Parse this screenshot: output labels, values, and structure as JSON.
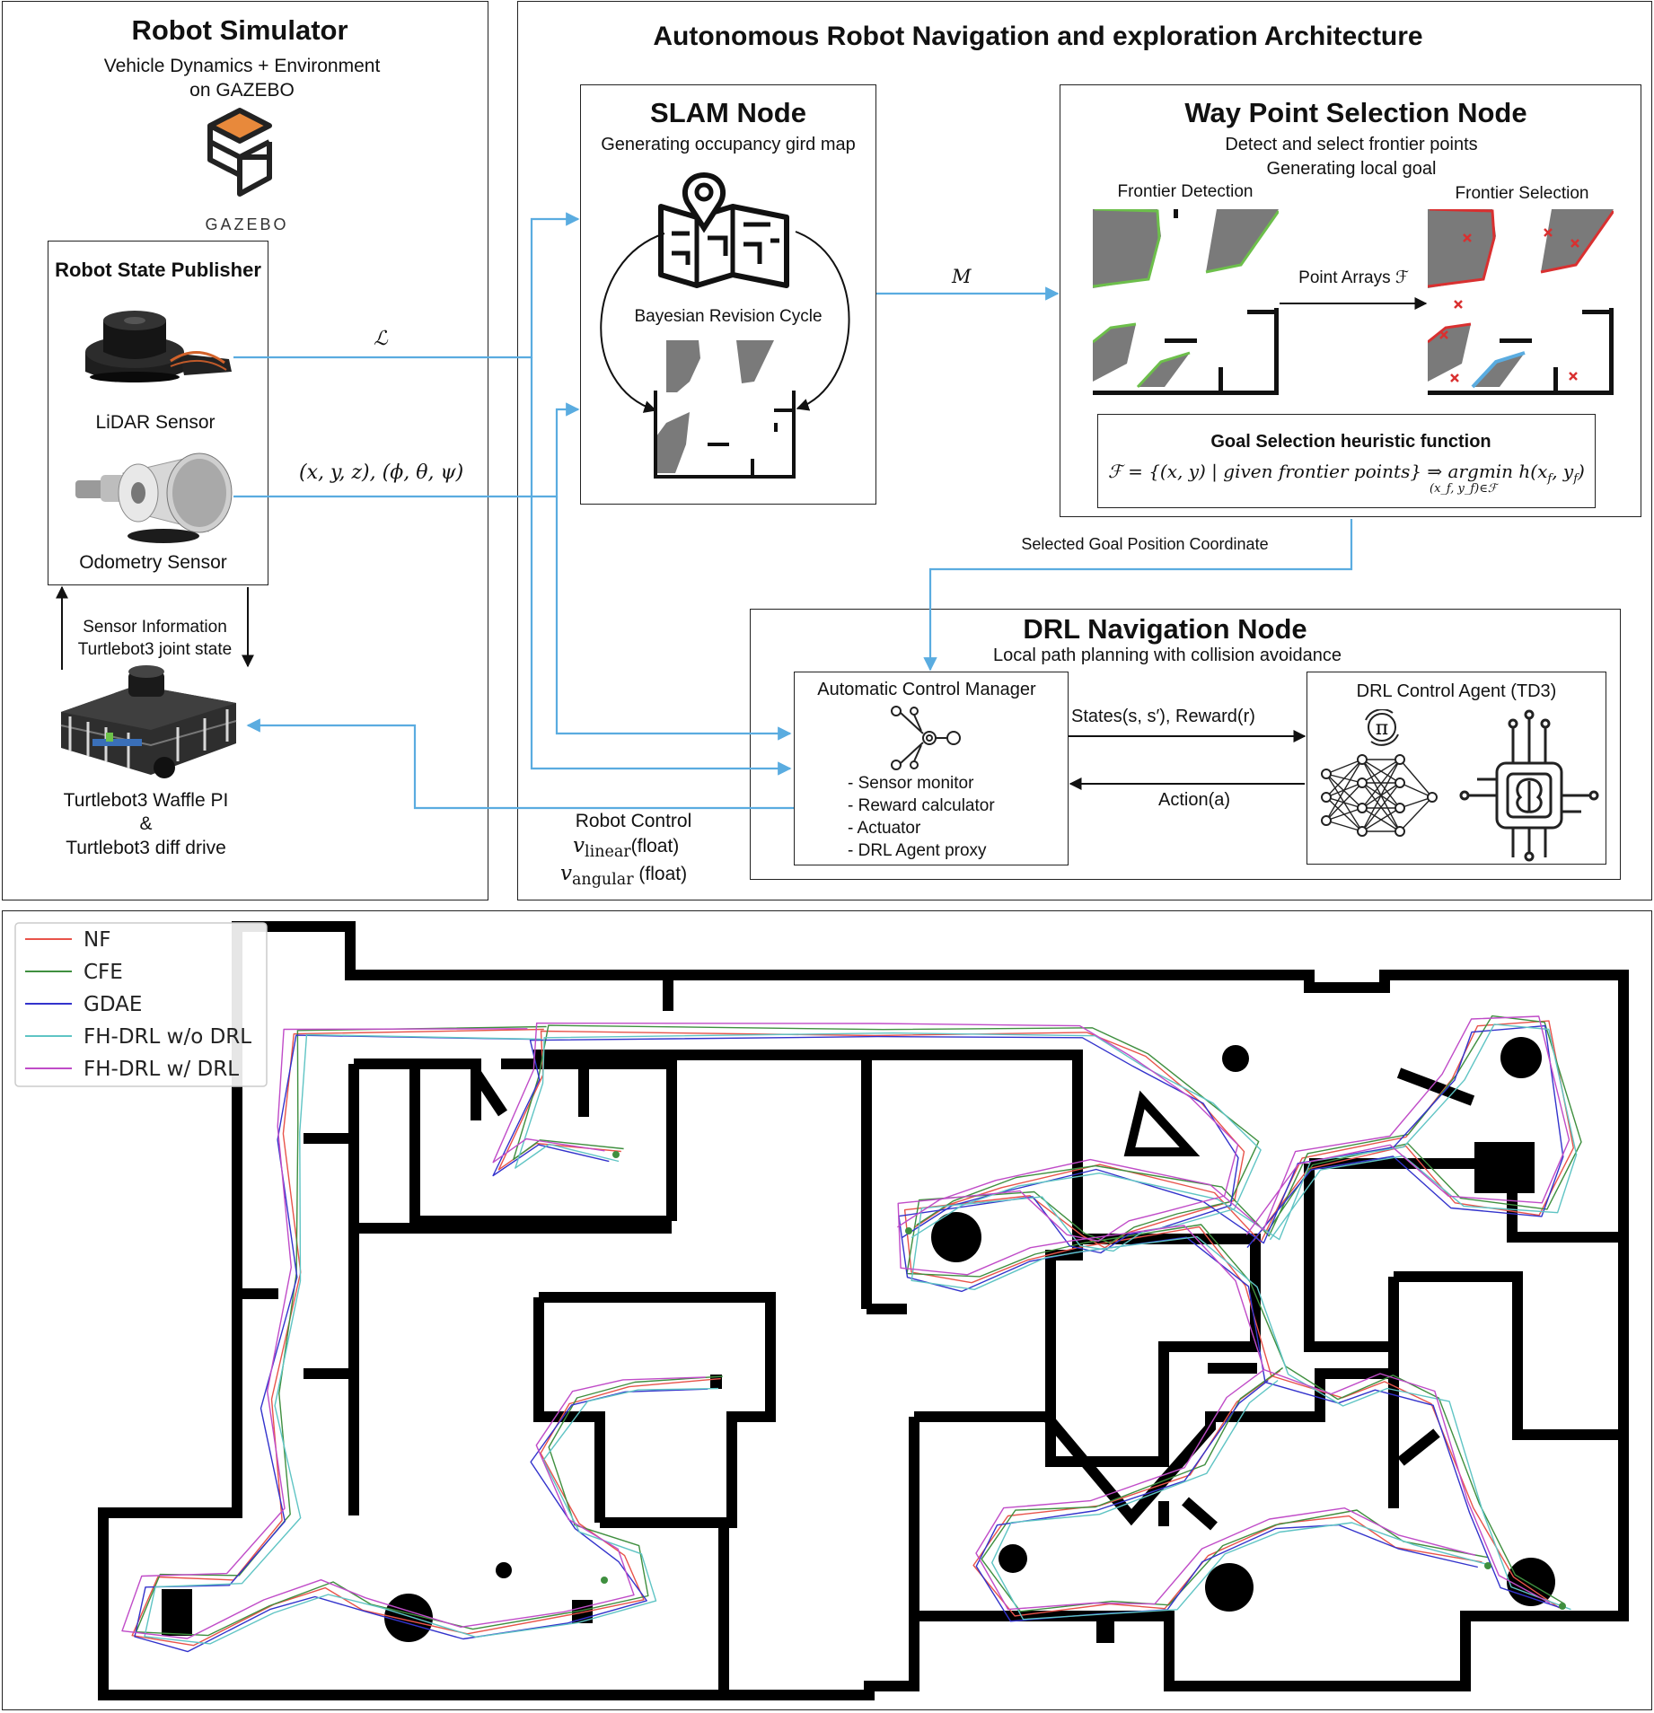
{
  "robot_simulator": {
    "title": "Robot Simulator",
    "subtitle_1": "Vehicle Dynamics + Environment",
    "subtitle_2": "on GAZEBO",
    "gazebo_logo_text": "GAZEBO",
    "publisher_title": "Robot State Publisher",
    "lidar_label": "LiDAR Sensor",
    "odometry_label": "Odometry Sensor",
    "sensor_info_1": "Sensor Information",
    "sensor_info_2": "Turtlebot3 joint state",
    "robot_label_1": "Turtlebot3 Waffle PI",
    "robot_label_2": "&",
    "robot_label_3": "Turtlebot3 diff drive"
  },
  "architecture": {
    "title": "Autonomous Robot Navigation and exploration Architecture",
    "lidar_signal": "ℒ",
    "odom_signal": "(x, y, z), (ϕ, θ, ψ)",
    "map_signal": "M",
    "slam": {
      "title": "SLAM Node",
      "subtitle": "Generating occupancy gird map",
      "cycle_label": "Bayesian Revision Cycle"
    },
    "waypoint": {
      "title": "Way Point Selection Node",
      "subtitle_1": "Detect and select frontier points",
      "subtitle_2": "Generating local goal",
      "detection_label": "Frontier Detection",
      "selection_label": "Frontier Selection",
      "point_arrays": "Point Arrays ℱ",
      "heuristic_title": "Goal Selection heuristic function",
      "heuristic_formula": "ℱ = {(x, y) | given frontier points} ⇒  argmin  h(x",
      "heuristic_formula_tail": "f",
      "heuristic_formula_end": ", y",
      "heuristic_sub": "(x_f, y_f)∈ℱ"
    },
    "goal_coordinate": "Selected Goal Position Coordinate",
    "drl": {
      "title": "DRL Navigation Node",
      "subtitle": "Local path planning with collision avoidance",
      "manager_title": "Automatic Control Manager",
      "manager_items": [
        "- Sensor monitor",
        "- Reward calculator",
        "- Actuator",
        "- DRL Agent proxy"
      ],
      "agent_title": "DRL Control Agent (TD3)",
      "states_reward": "States(s, s′), Reward(r)",
      "action": "Action(a)"
    },
    "robot_control": {
      "title": "Robot Control",
      "linear_var": "v",
      "linear_sub": "linear",
      "linear_type": "(float)",
      "angular_var": "v",
      "angular_sub": "angular",
      "angular_type": " (float)"
    }
  },
  "map_panel": {
    "legend": [
      {
        "label": "NF",
        "color": "#e8534a"
      },
      {
        "label": "CFE",
        "color": "#3f8f3f"
      },
      {
        "label": "GDAE",
        "color": "#3333cc"
      },
      {
        "label": "FH-DRL w/o DRL",
        "color": "#5fc4c4"
      },
      {
        "label": "FH-DRL w/ DRL",
        "color": "#c04cc8"
      }
    ]
  },
  "colors": {
    "arrow_blue": "#5aace0",
    "gazebo_orange": "#e8893b",
    "occupancy_gray": "#7a7a7a",
    "frontier_green": "#6dbf4b",
    "frontier_red": "#d93030"
  }
}
